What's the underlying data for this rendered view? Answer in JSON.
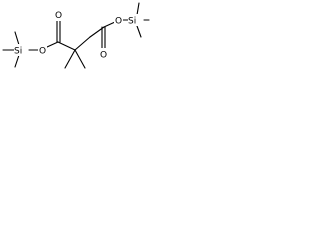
{
  "molecule": {
    "atoms": {
      "si_left": "Si",
      "o_left": "O",
      "o_carbonyl_left": "O",
      "o_carbonyl_right": "O",
      "o_right": "O",
      "si_right": "Si"
    }
  },
  "colors": {
    "bond": "#000000",
    "label": "#000000",
    "background": "#ffffff"
  }
}
